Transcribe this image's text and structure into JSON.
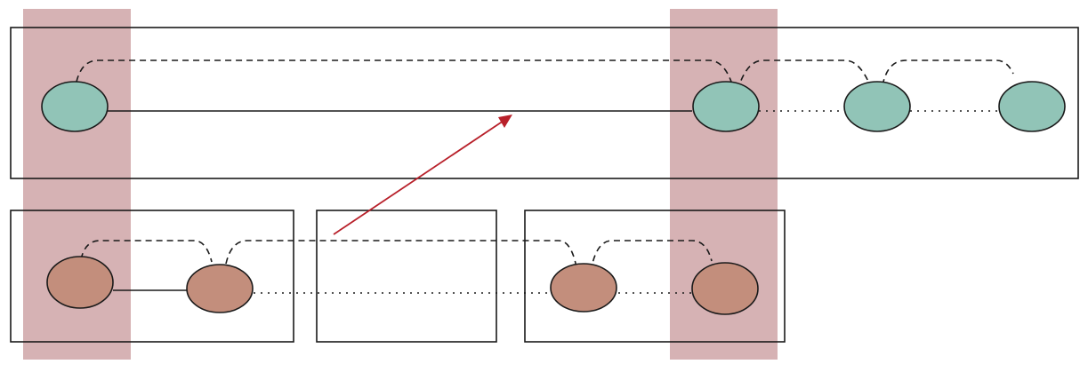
{
  "colors": {
    "background": "#ffffff",
    "highlight_band": "#d4aeb0",
    "box_border": "#1a1a1a",
    "teal_node_fill": "#91c4b7",
    "brown_node_fill": "#c38e7c",
    "node_border": "#1a1a1a",
    "arrow": "#b8202a",
    "link": "#1a1a1a"
  },
  "diagram": {
    "highlight_bands": 2,
    "top_sequence": {
      "nodes": 4,
      "node_color": "teal",
      "solid_links": 1,
      "dotted_links": 2,
      "dashed_arcs": 3
    },
    "bottom_sequence": {
      "boxes": 3,
      "nodes": 4,
      "node_color": "brown",
      "solid_links": 1,
      "dotted_links": 2,
      "dashed_arcs": 3
    },
    "arrow": {
      "from": "bottom-middle-box",
      "to": "top-solid-link"
    }
  }
}
